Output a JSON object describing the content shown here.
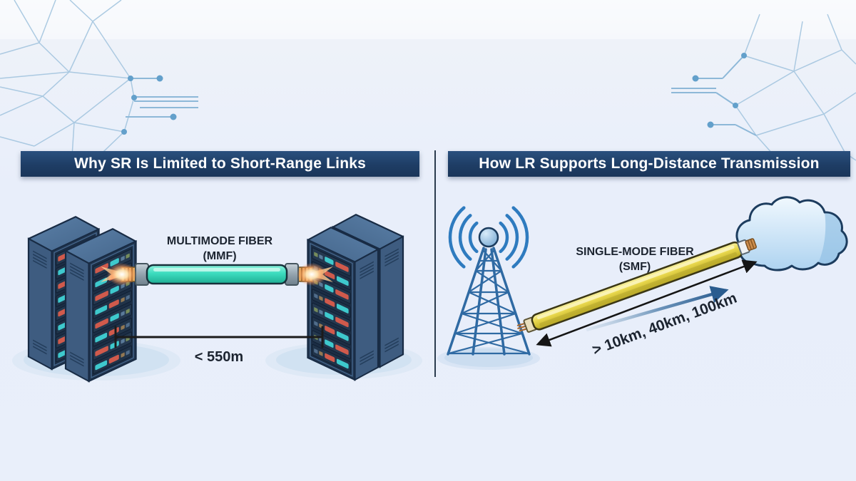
{
  "left_panel": {
    "title": "Why SR Is Limited to Short-Range Links",
    "fiber_label": {
      "line1": "MULTIMODE FIBER",
      "line2": "(MMF)"
    },
    "distance_label": "< 550m"
  },
  "right_panel": {
    "title": "How LR Supports Long-Distance Transmission",
    "fiber_label": {
      "line1": "SINGLE-MODE FIBER",
      "line2": "(SMF)"
    },
    "distance_label": "> 10km, 40km, 100km"
  },
  "icons": {
    "left_panel": [
      "server-rack-icon",
      "server-rack-icon",
      "mmf-cable-icon",
      "light-burst-icon",
      "distance-measure-icon",
      "server-rack-icon",
      "server-rack-icon"
    ],
    "right_panel": [
      "signal-waves-icon",
      "cell-tower-icon",
      "smf-cable-icon",
      "cloud-icon",
      "distance-arrow-icon",
      "direction-arrow-icon"
    ],
    "background": [
      "network-mesh-icon",
      "network-mesh-icon"
    ]
  },
  "colors": {
    "background": "#e9effa",
    "banner": "#1e3d65",
    "banner_text": "#ffffff",
    "divider": "#2b3c4e",
    "mmf_cable_teal": "#3bdcbe",
    "smf_cable_yellow": "#e9d84e",
    "rack_navy": "#22364f",
    "tower_blue": "#2f6aa3",
    "signal_blue": "#2e7bbf",
    "cloud_blue": "#b5d8f2",
    "label_text": "#1c2430",
    "arrow_black": "#151515",
    "arrow_blue": "#2a5c8f"
  }
}
